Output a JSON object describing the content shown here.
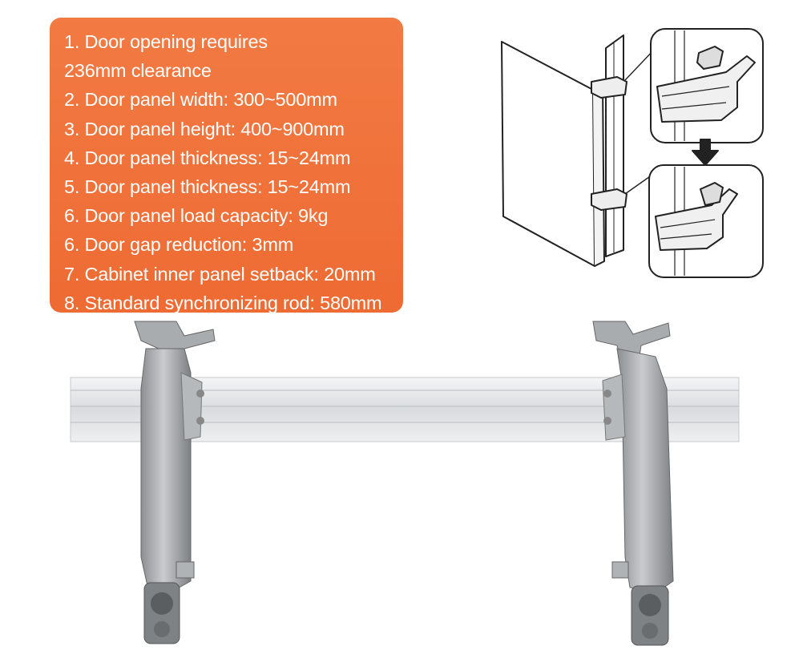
{
  "spec_card": {
    "lines": [
      "1. Door opening requires",
      "236mm clearance",
      "2. Door panel width: 300~500mm",
      "3. Door panel height: 400~900mm",
      "4. Door panel thickness: 15~24mm",
      "5. Door panel thickness: 15~24mm",
      "6. Door panel load capacity: 9kg",
      "6. Door gap reduction: 3mm",
      "7. Cabinet inner panel setback: 20mm",
      "8. Standard synchronizing rod: 580mm"
    ],
    "background": "#ee6b33",
    "text_color": "#ffffff"
  },
  "illustrations": {
    "installation_diagram": "door-hinge-installation-diagram",
    "product_photo": "lift-up-support-hinges-with-synchronizing-rod"
  }
}
